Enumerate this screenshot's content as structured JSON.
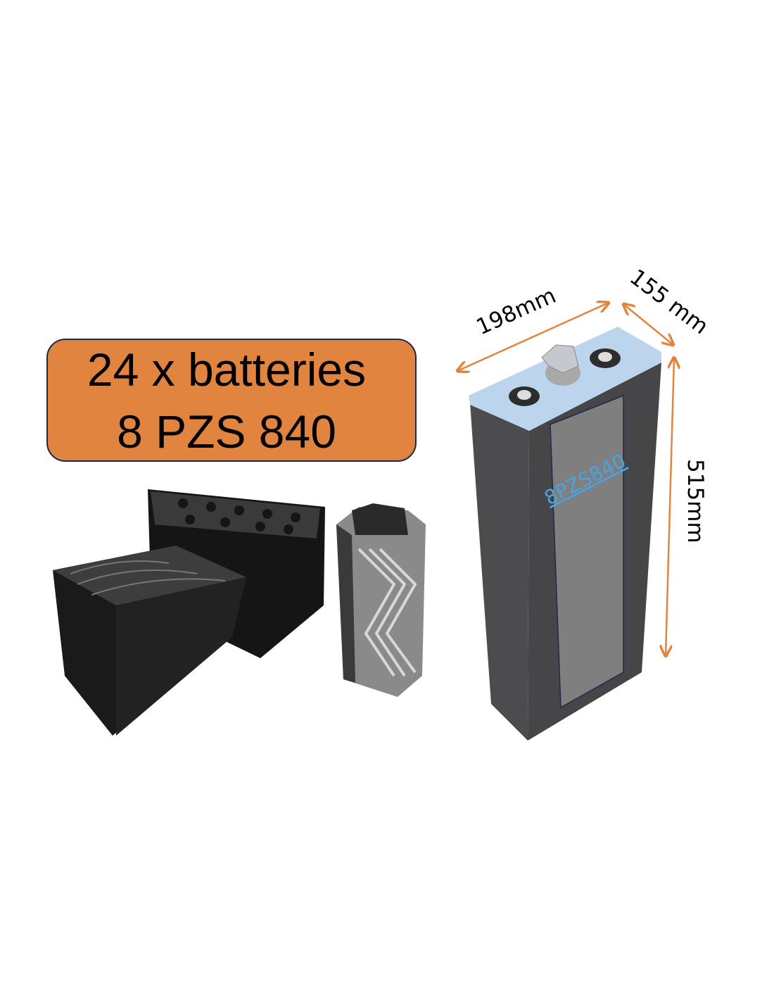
{
  "banner": {
    "line1": "24 x batteries",
    "line2": "8 PZS 840",
    "fill_color": "#e0843f",
    "border_color": "#1f2a4a"
  },
  "cell_diagram": {
    "model_label": "8PZS840",
    "width_label": "198mm",
    "depth_label": "155 mm",
    "height_label": "515mm",
    "arrow_color": "#e0843f",
    "label_color": "#4aa3df"
  }
}
